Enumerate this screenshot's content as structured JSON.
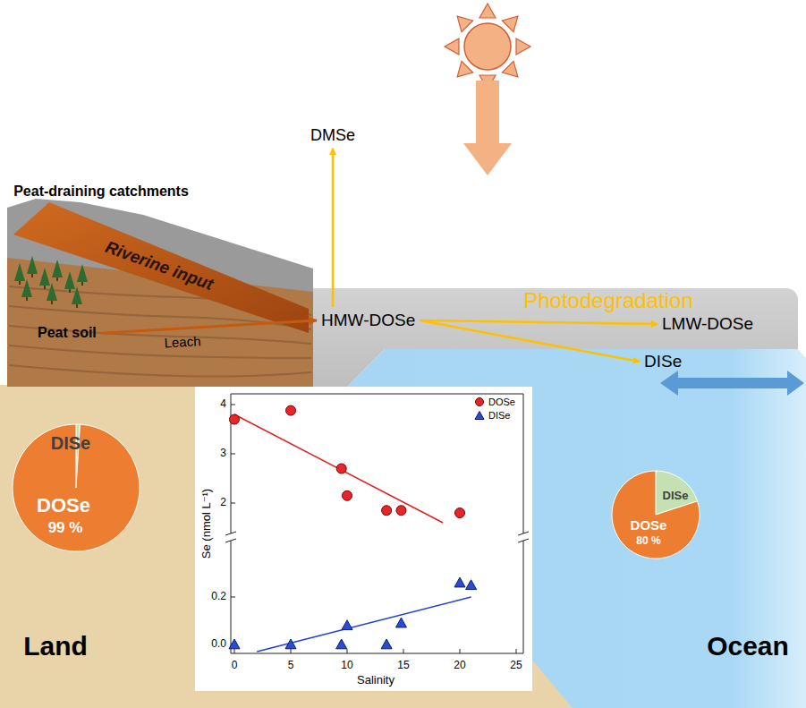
{
  "diagram": {
    "nodes": [
      {
        "text": [
          "DMSe"
        ]
      },
      {
        "text": [
          "Peat soil"
        ]
      },
      {
        "text": [
          "HMW-DOSe"
        ]
      },
      {
        "text": [
          "LMW-DOSe"
        ]
      },
      {
        "text": [
          "DISe"
        ]
      },
      {
        "text": [
          "DISe",
          "DOSe",
          "99 %"
        ]
      },
      {
        "text": [
          "DISe",
          "DOSe",
          "80 %"
        ]
      }
    ],
    "edges": [
      {
        "from": 1,
        "to": 2,
        "arrow": "to",
        "label": "Leach"
      },
      {
        "from": 2,
        "to": 0,
        "arrow": "to"
      },
      {
        "from": 2,
        "to": 3,
        "arrow": "to"
      },
      {
        "from": 2,
        "to": 4,
        "arrow": "to"
      }
    ],
    "labels": [
      "Peat-draining catchments",
      "Riverine input",
      "Photodegradation",
      "Land",
      "Ocean",
      "4",
      "3",
      "2",
      "0.2",
      "0.0",
      "0",
      "5",
      "10",
      "15",
      "20",
      "25",
      "Se (nmol L⁻¹)",
      "Salinity"
    ],
    "legend": [
      {
        "text": "DOSe"
      },
      {
        "text": "DISe"
      }
    ]
  }
}
